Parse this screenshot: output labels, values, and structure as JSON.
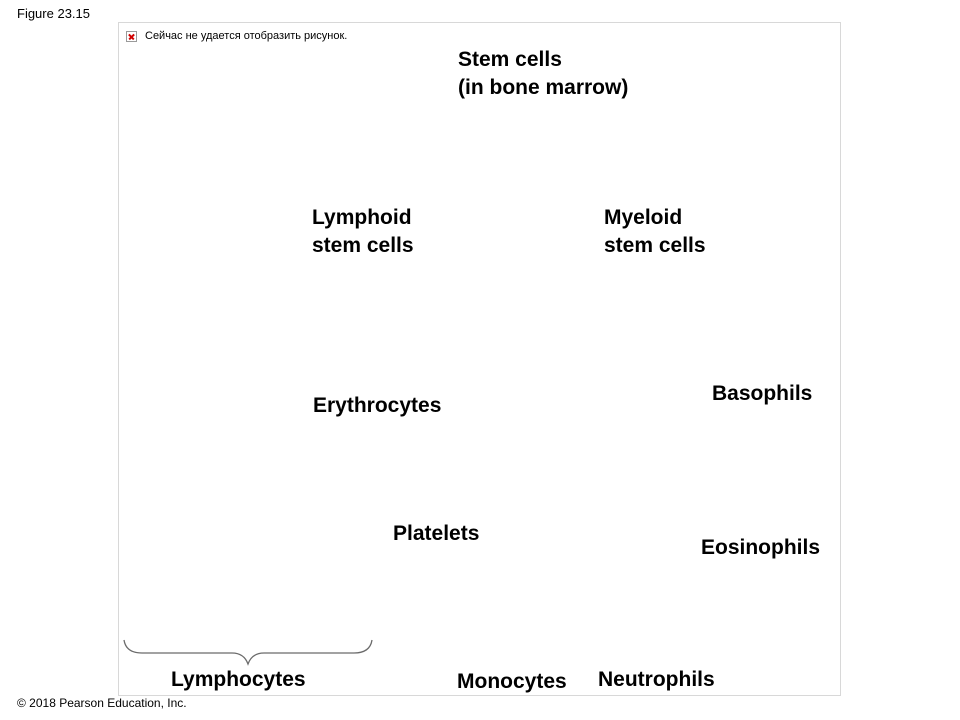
{
  "figure_label": "Figure 23.15",
  "copyright": "© 2018 Pearson Education, Inc.",
  "image_placeholder": {
    "icon": "broken-image-icon",
    "text": "Сейчас не удается отобразить рисунок."
  },
  "nodes": {
    "stem_cells": [
      "Stem cells",
      "(in bone marrow)"
    ],
    "lymphoid": [
      "Lymphoid",
      "stem cells"
    ],
    "myeloid": [
      "Myeloid",
      "stem cells"
    ],
    "basophils": "Basophils",
    "erythrocytes": "Erythrocytes",
    "platelets": "Platelets",
    "eosinophils": "Eosinophils",
    "lymphocytes": "Lymphocytes",
    "monocytes": "Monocytes",
    "neutrophils": "Neutrophils"
  }
}
